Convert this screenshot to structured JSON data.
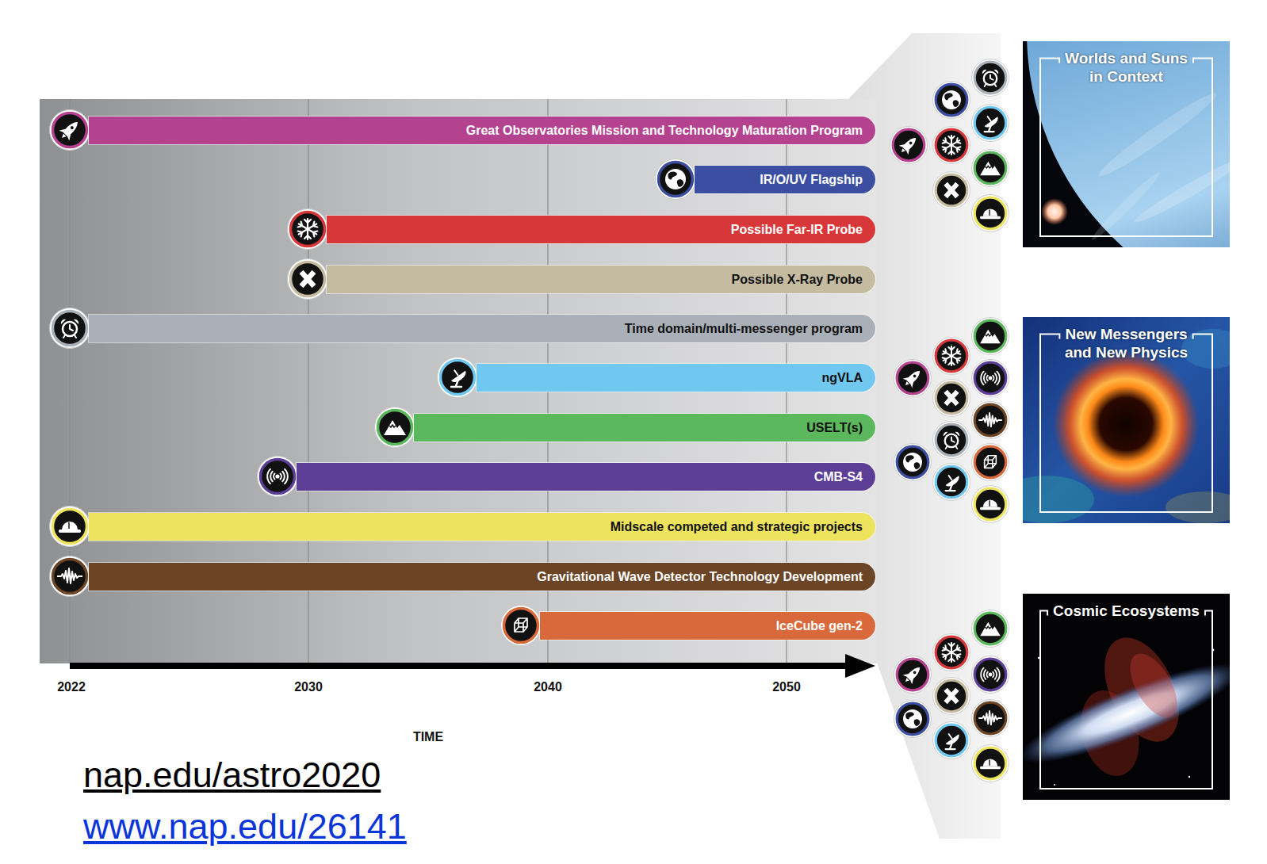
{
  "diagram": {
    "nodes": [
      {
        "text": [
          "Great Observatories Mission and Technology Maturation Program"
        ]
      },
      {
        "text": [
          "IR/O/UV Flagship"
        ]
      },
      {
        "text": [
          "Possible Far-IR Probe"
        ]
      },
      {
        "text": [
          "Possible X-Ray Probe"
        ]
      },
      {
        "text": [
          "Time domain/multi-messenger program"
        ]
      },
      {
        "text": [
          "ngVLA"
        ]
      },
      {
        "text": [
          "USELT(s)"
        ]
      },
      {
        "text": [
          "CMB-S4"
        ]
      },
      {
        "text": [
          "Midscale competed and strategic projects"
        ]
      },
      {
        "text": [
          "Gravitational Wave Detector Technology Development"
        ]
      },
      {
        "text": [
          "IceCube gen-2"
        ]
      },
      {
        "text": [
          "Worlds and Suns in Context"
        ]
      },
      {
        "text": [
          "New Messengers and New Physics"
        ]
      },
      {
        "text": [
          "Cosmic Ecosystems"
        ]
      }
    ],
    "labels": [
      "2022",
      "2030",
      "2040",
      "2050",
      "TIME",
      "nap.edu/astro2020",
      "www.nap.edu/26141"
    ]
  }
}
